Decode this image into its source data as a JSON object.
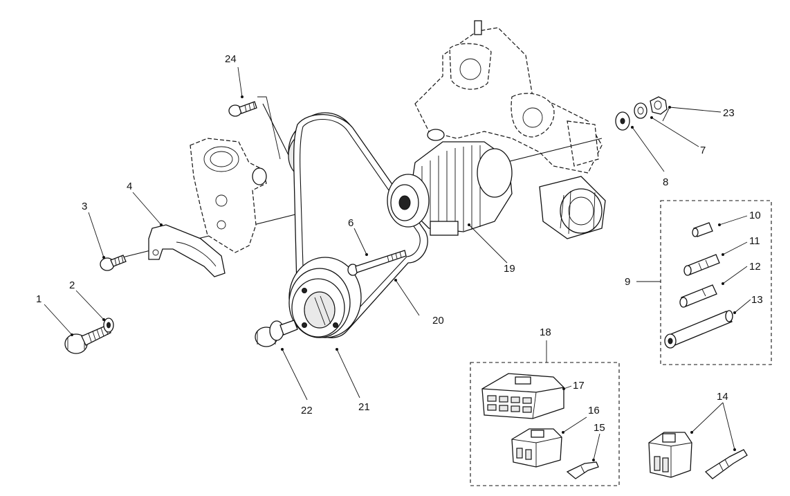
{
  "callouts": [
    {
      "id": "1",
      "label": "1"
    },
    {
      "id": "2",
      "label": "2"
    },
    {
      "id": "3",
      "label": "3"
    },
    {
      "id": "4",
      "label": "4"
    },
    {
      "id": "6",
      "label": "6"
    },
    {
      "id": "7",
      "label": "7"
    },
    {
      "id": "8",
      "label": "8"
    },
    {
      "id": "9",
      "label": "9"
    },
    {
      "id": "10",
      "label": "10"
    },
    {
      "id": "11",
      "label": "11"
    },
    {
      "id": "12",
      "label": "12"
    },
    {
      "id": "13",
      "label": "13"
    },
    {
      "id": "14",
      "label": "14"
    },
    {
      "id": "15",
      "label": "15"
    },
    {
      "id": "16",
      "label": "16"
    },
    {
      "id": "17",
      "label": "17"
    },
    {
      "id": "18",
      "label": "18"
    },
    {
      "id": "19",
      "label": "19"
    },
    {
      "id": "20",
      "label": "20"
    },
    {
      "id": "21",
      "label": "21"
    },
    {
      "id": "22",
      "label": "22"
    },
    {
      "id": "23",
      "label": "23"
    },
    {
      "id": "24",
      "label": "24"
    }
  ]
}
